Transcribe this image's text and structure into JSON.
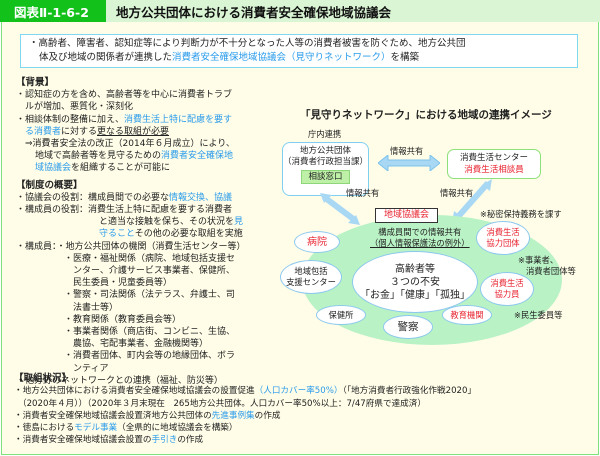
{
  "header": {
    "figure_label": "図表Ⅱ-1-6-2",
    "title": "地方公共団体における消費者安全確保地域協議会"
  },
  "summary": {
    "line1": "・高齢者、障害者、認知症等により判断力が不十分となった人等の消費者被害を防ぐため、地方公共団",
    "line2_pre": "体及び地域の関係者が連携した",
    "line2_highlight": "消費者安全確保地域協議会（見守りネットワーク）",
    "line2_post": "を構築"
  },
  "background": {
    "heading": "【背景】",
    "b1_l1": "・認知症の方を含め、高齢者等を中心に消費者トラブ",
    "b1_l2": "ルが増加、悪質化・深刻化",
    "b2_l1_pre": "・相談体制の整備に加え、",
    "b2_l1_hl": "消費生活上特に配慮を要す",
    "b2_l2_hl": "る消費者",
    "b2_l2_mid": "に対する",
    "b2_l2_ul": "更なる取組が必要",
    "b3_l1": "⇒消費者安全法の改正（2014年６月成立）により、",
    "b3_l2_pre": "地域で高齢者等を見守るための",
    "b3_l2_hl": "消費者安全確保地",
    "b3_l3_hl": "域協議会",
    "b3_l3_post": "を組織することが可能に"
  },
  "system": {
    "heading": "【制度の概要】",
    "r1_pre": "・協議会の役割：構成員間での必要な",
    "r1_hl": "情報交換、協議",
    "r2_l1": "・構成員の役割：消費生活上特に配慮を要する消費者",
    "r2_l2_pre": "と適当な接触を保ち、その状況を",
    "r2_l2_hl": "見",
    "r2_l3_hl": "守ること",
    "r2_l3_post": "その他の必要な取組を実施",
    "m_l1": "・構成員：・地方公共団体の機関（消費生活センター等）",
    "m_l2": "・医療・福祉関係（病院、地域包括支援セ",
    "m_l3": "ンター、介護サービス事業者、保健所、",
    "m_l4": "民生委員・児童委員等）",
    "m_l5": "・警察・司法関係（法テラス、弁護士、司",
    "m_l6": "法書士等）",
    "m_l7": "・教育関係（教育委員会等）",
    "m_l8": "・事業者関係（商店街、コンビニ、生協、",
    "m_l9": "農協、宅配事業者、金融機関等）",
    "m_l10": "・消費者団体、町内会等の地縁団体、ボラ",
    "m_l11": "ンティア",
    "other": "・他分野のネットワークとの連携（福祉、防災等）"
  },
  "status": {
    "heading": "【取組状況】",
    "s1_pre": "・地方公共団体における消費者安全確保地域協議会の設置促進",
    "s1_hl": "（人口カバー率50%）",
    "s1_post": "（「地方消費者行政強化作戦2020」",
    "s1_l2": "（2020年４月））（2020年３月末現在　265地方公共団体。人口カバー率50%以上：7/47府県で達成済）",
    "s2_pre": "・消費者安全確保地域協議会設置済地方公共団体の",
    "s2_hl": "先進事例集",
    "s2_post": "の作成",
    "s3_pre": "・徳島における",
    "s3_hl": "モデル事業",
    "s3_post": "（全県的に地域協議会を構築）",
    "s4_pre": "・消費者安全確保地域協議会設置の",
    "s4_hl": "手引き",
    "s4_post": "の作成"
  },
  "diagram": {
    "title": "「見守りネットワーク」における地域の連携イメージ",
    "internal_link": "庁内連携",
    "gov_l1": "地方公共団体",
    "gov_l2": "（消費者行政担当課）",
    "consult_window": "相談窓口",
    "info_share_top": "情報共有",
    "info_share_left": "情報共有",
    "info_share_right": "情報共有",
    "center_l1": "消費生活センター",
    "center_l2": "消費生活相談員",
    "council": "地域協議会",
    "confidentiality_note": "※秘密保持義務を課す",
    "share_l1": "構成員間での情報共有",
    "share_l2": "（個人情報保護法の例外）",
    "elder_l1": "高齢者等",
    "elder_l2": "３つの不安",
    "elder_l3": "「お金」「健康」「孤独」",
    "hospital": "病院",
    "community_l1": "地域包括",
    "community_l2": "支援センター",
    "health_center": "保健所",
    "police": "警察",
    "education": "教育機関",
    "coop_group_l1": "消費生活",
    "coop_group_l2": "協力団体",
    "coop_member_l1": "消費生活",
    "coop_member_l2": "協力員",
    "note_business_l1": "※事業者、",
    "note_business_l2": "消費者団体等",
    "note_welfare": "※民生委員等"
  },
  "colors": {
    "label_green": "#12c21a",
    "header_bg": "#d9f5d4",
    "panel_bg": "#fffde8",
    "highlight_blue": "#2a9bea",
    "highlight_red": "#e8232f",
    "council_green": "#b9f2c5",
    "arrow_blue": "#a8d8f4"
  }
}
